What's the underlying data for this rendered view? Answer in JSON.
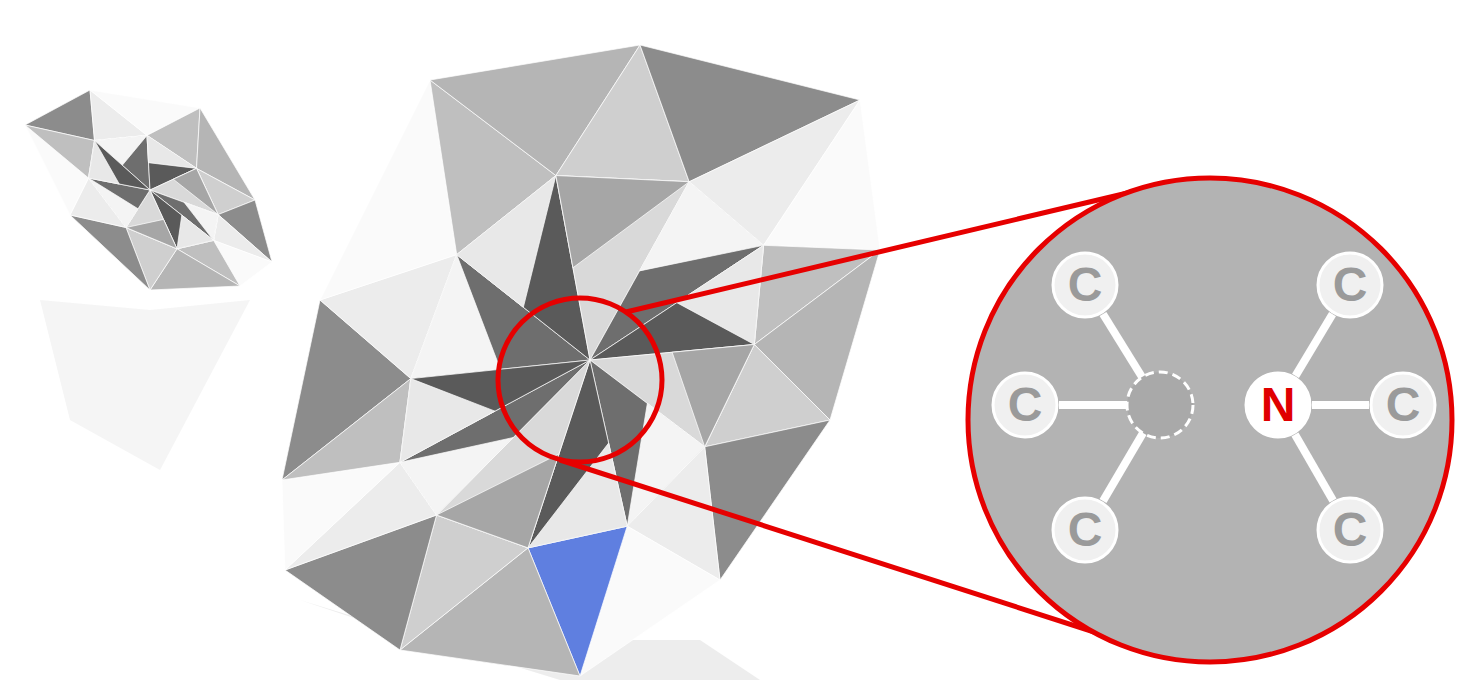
{
  "diagram": {
    "nodes": [
      {
        "text": [
          "C"
        ]
      },
      {
        "text": [
          "C"
        ]
      },
      {
        "text": [
          "C"
        ]
      },
      {
        "text": [
          "N"
        ]
      },
      {
        "text": [
          "C"
        ]
      },
      {
        "text": [
          "C"
        ]
      },
      {
        "text": [
          "C"
        ]
      }
    ],
    "edges": [
      {
        "from": 3,
        "to": 1,
        "arrow": "none"
      },
      {
        "from": 3,
        "to": 4,
        "arrow": "none"
      },
      {
        "from": 3,
        "to": 6,
        "arrow": "none"
      }
    ]
  }
}
